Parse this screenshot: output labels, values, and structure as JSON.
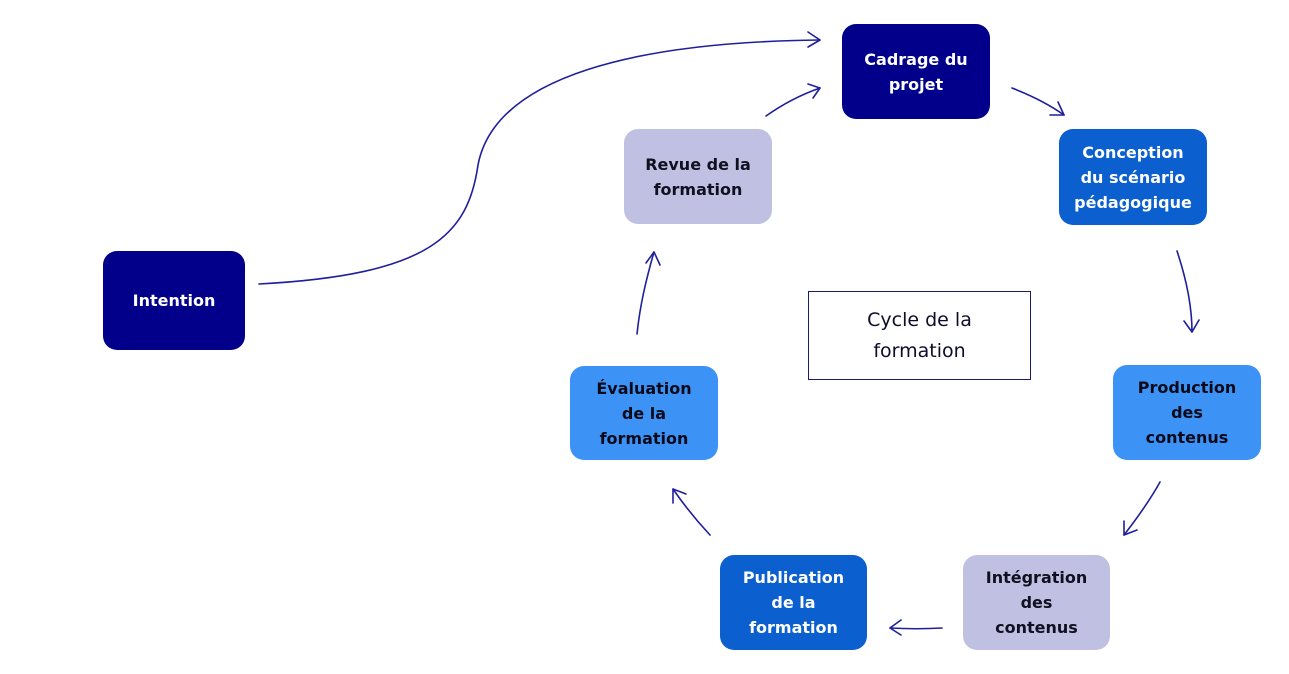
{
  "diagram": {
    "colors": {
      "navy": "#02008a",
      "blue": "#0b5fcf",
      "sky": "#3d93f5",
      "lavender": "#c0c0e2",
      "arrow": "#1f1f9c"
    },
    "nodes": {
      "intention": "Intention",
      "cadrage": "Cadrage du\nprojet",
      "conception": "Conception\ndu scénario\npédagogique",
      "production": "Production\ndes\ncontenus",
      "integration": "Intégration\ndes\ncontenus",
      "publication": "Publication\nde la\nformation",
      "evaluation": "Évaluation\nde la\nformation",
      "revue": "Revue de la\nformation"
    },
    "center_label": "Cycle de la\nformation"
  }
}
